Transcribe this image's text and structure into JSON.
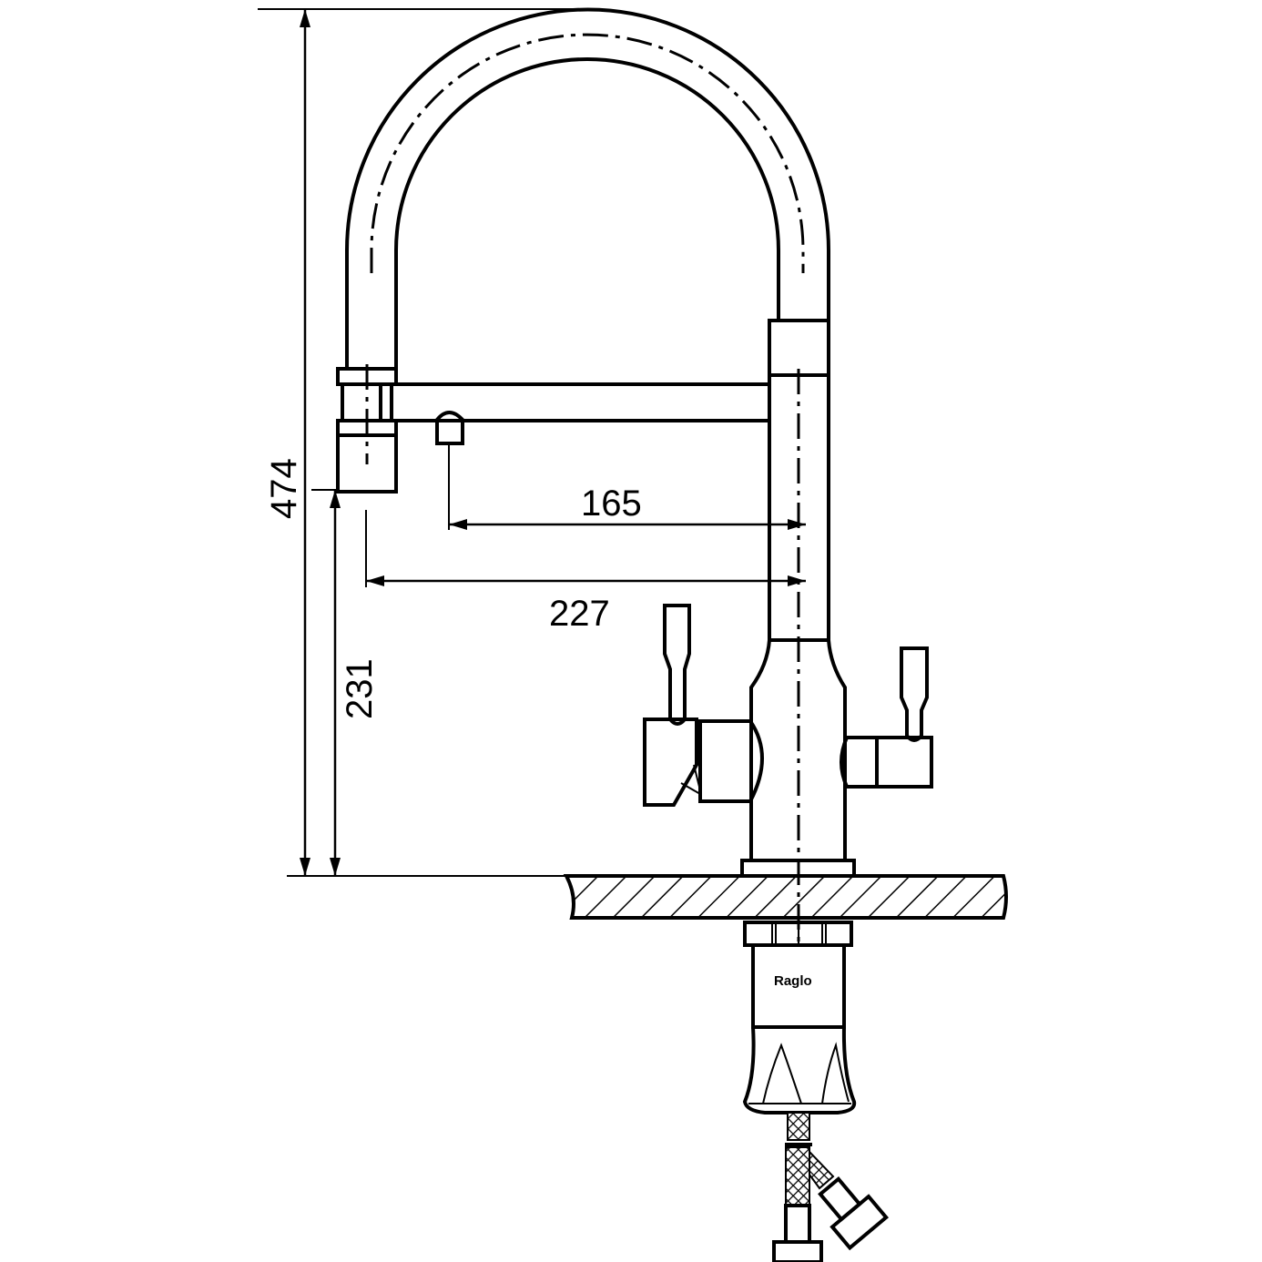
{
  "drawing": {
    "dimensions": {
      "total_height": "474",
      "base_to_spout_height": "231",
      "reach_filtered": "165",
      "reach_main": "227"
    },
    "logo": "Raglo",
    "colors": {
      "line": "#000000",
      "background": "#ffffff"
    }
  }
}
